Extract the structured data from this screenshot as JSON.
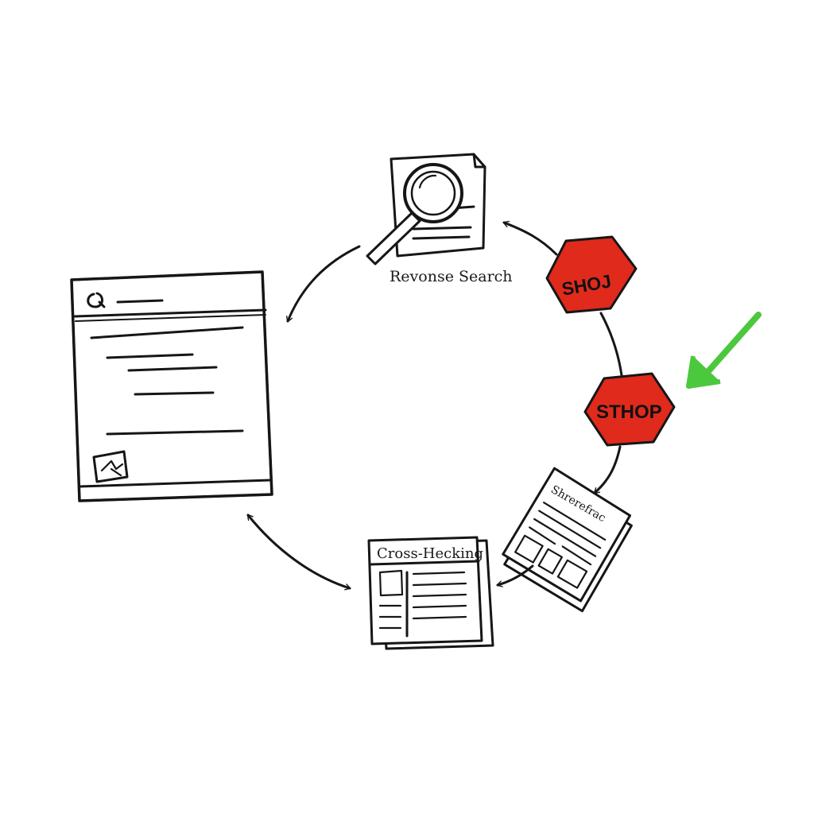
{
  "labels": {
    "reverse_search": "Revonse Search",
    "stop_top": "SHOJ",
    "stop_bottom": "STHOP",
    "cross_checking": "Cross-Hecking",
    "newspaper": "Shrerefrac"
  },
  "icons": {
    "browser_window": "browser-window-icon",
    "magnifier_document": "magnifier-document-icon",
    "stop_sign": "stop-sign-icon",
    "newspaper_stack": "newspaper-icon",
    "cross_check_paper": "document-stack-icon",
    "incoming_arrow": "arrow-icon"
  },
  "colors": {
    "stop_fill": "#e02a1c",
    "highlight_arrow": "#4cc83e",
    "ink": "#161616"
  }
}
